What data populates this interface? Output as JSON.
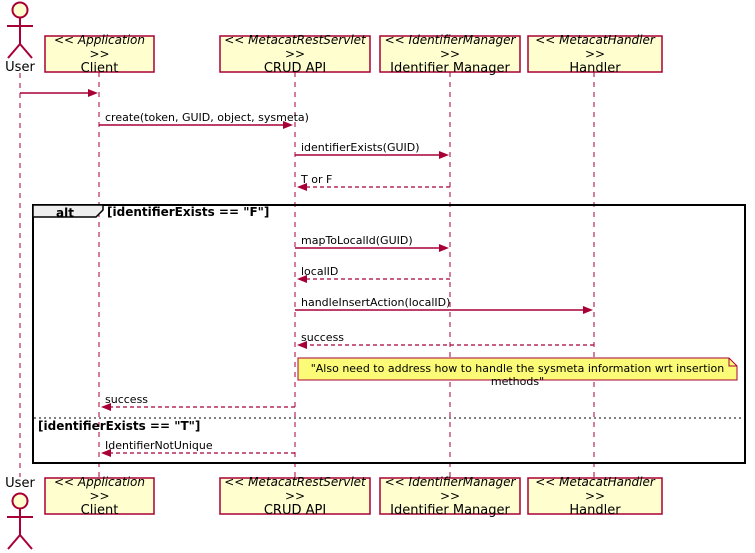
{
  "diagram": {
    "type": "uml-sequence",
    "actor": {
      "name": "User"
    },
    "participants": [
      {
        "stereotype": "<< Application >>",
        "name": "Client"
      },
      {
        "stereotype": "<< MetacatRestServlet >>",
        "name": "CRUD API"
      },
      {
        "stereotype": "<< IdentifierManager >>",
        "name": "Identifier Manager"
      },
      {
        "stereotype": "<< MetacatHandler >>",
        "name": "Handler"
      }
    ],
    "messages": {
      "user_to_client": "",
      "create": "create(token, GUID, object, sysmeta)",
      "identifier_exists": "identifierExists(GUID)",
      "t_or_f": "T or F",
      "map_to_local_id": "mapToLocalId(GUID)",
      "local_id": "localID",
      "handle_insert_action": "handleInsertAction(localID)",
      "success_from_handler": "success",
      "success_to_client": "success",
      "identifier_not_unique": "IdentifierNotUnique"
    },
    "alt_frame": {
      "operator": "alt",
      "condition_false": "[identifierExists == \"F\"]",
      "condition_true": "[identifierExists == \"T\"]"
    },
    "note": "\"Also need to address how to handle the sysmeta information wrt insertion methods\"",
    "colors": {
      "line": "#A80036",
      "participant_fill": "#FEFECE",
      "note_fill": "#FBFB77",
      "frame_label_fill": "#EEEEEE",
      "frame_border": "#000000"
    }
  }
}
